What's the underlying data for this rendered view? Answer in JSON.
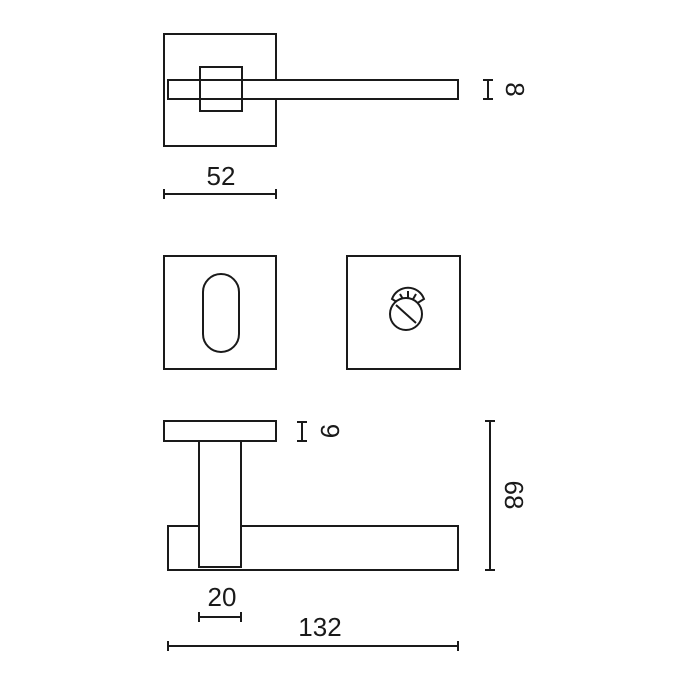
{
  "diagram": {
    "line_color": "#1a1a1a",
    "background": "#ffffff",
    "dimensions": {
      "rose_width": "52",
      "handle_thickness": "8",
      "rose_thickness": "9",
      "handle_height": "68",
      "neck_width": "20",
      "handle_length": "132"
    },
    "parts": {
      "top_view": "handle-top-view",
      "key_escutcheon": "key-escutcheon",
      "privacy_turn_escutcheon": "privacy-turn-escutcheon",
      "side_view": "handle-side-view"
    }
  }
}
